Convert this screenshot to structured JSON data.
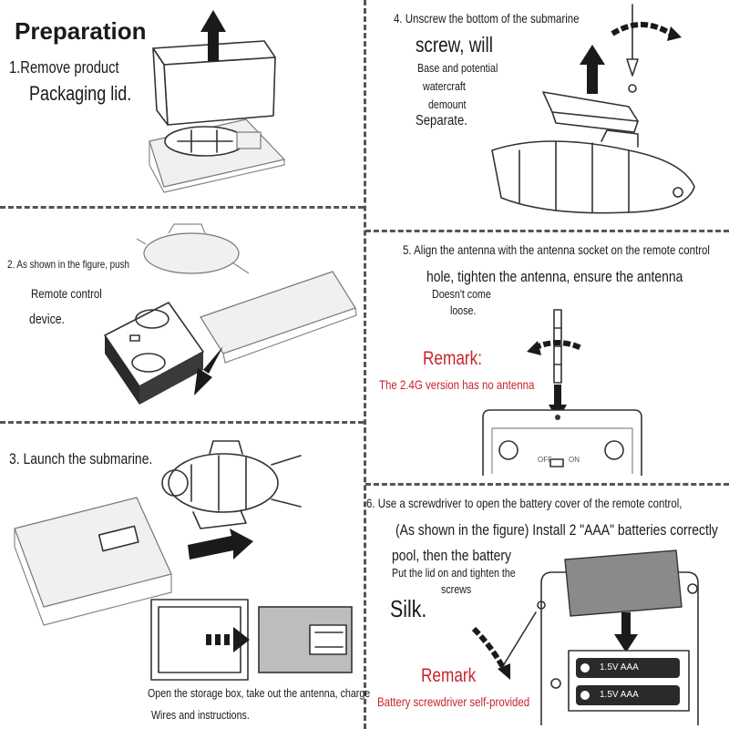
{
  "steps": {
    "s1": {
      "title": "Preparation",
      "line1": "1.Remove product",
      "line2": "Packaging lid."
    },
    "s2": {
      "line1": "2. As shown in the figure, push",
      "line2": "Remote control",
      "line3": "device."
    },
    "s3": {
      "title": "3. Launch the submarine.",
      "caption1": "Open the storage box, take out the antenna, charge",
      "caption2": "Wires and instructions."
    },
    "s4": {
      "title": "4. Unscrew the bottom of the submarine",
      "line1": "screw, will",
      "line2": "Base and potential",
      "line3": "watercraft",
      "line4": "demount",
      "line5": "Separate."
    },
    "s5": {
      "title": "5. Align the antenna with the antenna socket on the remote control",
      "line1": "hole, tighten the antenna, ensure the antenna",
      "line2": "Doesn't come",
      "line3": "loose.",
      "remark_label": "Remark:",
      "remark_text": "The 2.4G version has no antenna",
      "switch_off": "OFF",
      "switch_on": "ON"
    },
    "s6": {
      "title": "6. Use a screwdriver to open the battery cover of the remote control,",
      "line1": "(As shown in the figure) Install 2 \"AAA\" batteries correctly",
      "line2": "pool, then the battery",
      "line3": "Put the lid on and tighten the",
      "line4": "screws",
      "line5": "Silk.",
      "remark_label": "Remark",
      "remark_text": "Battery screwdriver self-provided",
      "battery1": "1.5V AAA",
      "battery2": "1.5V AAA"
    }
  },
  "colors": {
    "remark": "#c8232c",
    "divider": "#555555"
  },
  "icons": [
    "up-arrow-icon",
    "right-arrow-icon",
    "down-arrow-icon",
    "rotate-arrow-icon",
    "screwdriver-icon"
  ]
}
